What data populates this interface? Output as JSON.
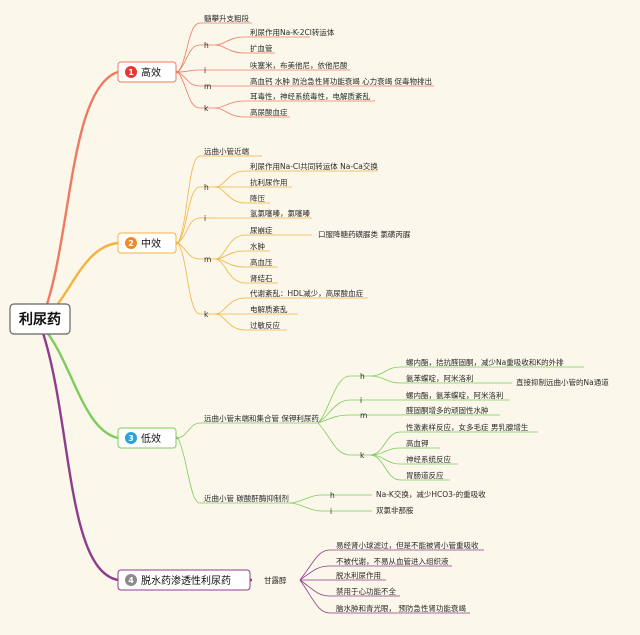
{
  "colors": {
    "background": "#fbf7ea",
    "branch1": "#ef7a62",
    "branch2": "#f4b33e",
    "branch3": "#7dcc5c",
    "branch4": "#8e3c8c",
    "badge1": "#e53935",
    "badge2": "#f08a24",
    "badge3": "#2aa0dd",
    "badge4": "#8a8a8a"
  },
  "root": {
    "label": "利尿药"
  },
  "branches": [
    {
      "num": "1",
      "label": "高效",
      "intro": "髓攀升支粗段",
      "groups": [
        {
          "key": "h",
          "items": [
            "利尿作用Na-K-2Cl转运体",
            "扩血管"
          ]
        },
        {
          "key": "i",
          "items": [
            "呋塞米，布美他尼，依他尼酸"
          ]
        },
        {
          "key": "m",
          "items": [
            "高血钙 水肿 防治急性肾功能衰竭 心力衰竭 促毒物排出"
          ]
        },
        {
          "key": "k",
          "items": [
            "耳毒性，神经系统毒性，电解质紊乱",
            "高尿酸血症"
          ]
        }
      ]
    },
    {
      "num": "2",
      "label": "中效",
      "intro": "远曲小管近端",
      "groups": [
        {
          "key": "h",
          "items": [
            "利尿作用Na-Cl共同转运体 Na-Ca交换",
            "抗利尿作用",
            "降压"
          ]
        },
        {
          "key": "i",
          "items": [
            "氢氯噻嗪，氯噻嗪"
          ]
        },
        {
          "key": "m",
          "items": [
            "尿崩症",
            "水肿",
            "高血压",
            "肾结石"
          ],
          "note": "口服降糖药磺脲类 氯磺丙脲"
        },
        {
          "key": "k",
          "items": [
            "代谢紊乱：HDL减少，高尿酸血症",
            "电解质紊乱",
            "过敏反应"
          ]
        }
      ]
    },
    {
      "num": "3",
      "label": "低效",
      "sub": [
        {
          "label": "远曲小管末端和集合管 保钾利尿药",
          "groups": [
            {
              "key": "h",
              "items": [
                "螺内酯，拮抗醛固酮，减少Na重吸收和K的外排",
                "氨苯蝶啶，阿米洛利"
              ],
              "note": "直接抑制远曲小管的Na通道"
            },
            {
              "key": "i",
              "items": [
                "螺内酯，氨苯蝶啶，阿米洛利"
              ]
            },
            {
              "key": "m",
              "items": [
                "醛固酮增多的顽固性水肿"
              ]
            },
            {
              "key": "k",
              "items": [
                "性激素样反应，女多毛症 男乳腺增生",
                "高血钾",
                "神经系统反应",
                "胃肠道反应"
              ]
            }
          ]
        },
        {
          "label": "近曲小管 碳酸酐酶抑制剂",
          "groups": [
            {
              "key": "h",
              "items": [
                "Na-K交换，减少HCO3-的重吸收"
              ]
            },
            {
              "key": "i",
              "items": [
                "双氯非那胺"
              ]
            }
          ]
        }
      ]
    },
    {
      "num": "4",
      "label": "脱水药渗透性利尿药",
      "drug": "甘露醇",
      "items": [
        "易经肾小球滤过，但是不能被肾小管重吸收",
        "不被代谢，不易从血管进入组织液",
        "脱水利尿作用",
        "禁用于心功能不全",
        "脑水肿和青光眼， 预防急性肾功能衰竭"
      ]
    }
  ]
}
